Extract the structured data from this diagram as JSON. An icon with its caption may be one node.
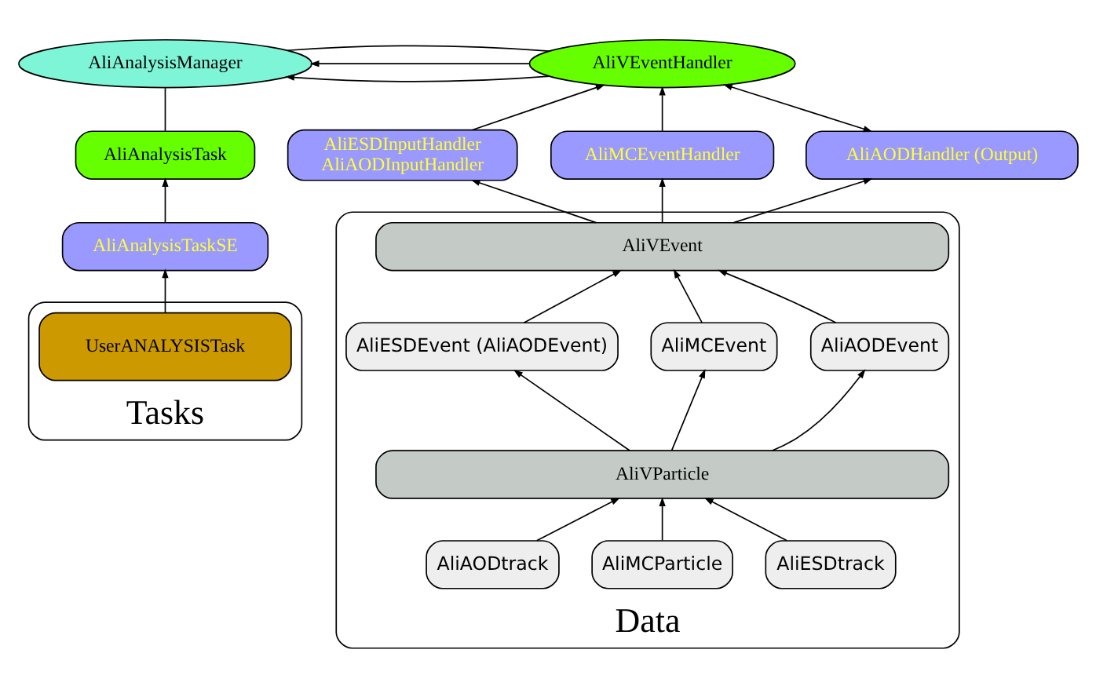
{
  "diagram": {
    "nodes": [
      {
        "text": [
          "AliAnalysisManager"
        ]
      },
      {
        "text": [
          "AliVEventHandler"
        ]
      },
      {
        "text": [
          "AliAnalysisTask"
        ]
      },
      {
        "text": [
          "AliESDInputHandler",
          "AliAODInputHandler"
        ]
      },
      {
        "text": [
          "AliMCEventHandler"
        ]
      },
      {
        "text": [
          "AliAODHandler (Output)"
        ]
      },
      {
        "text": [
          "AliAnalysisTaskSE"
        ]
      },
      {
        "text": [
          "Tasks"
        ]
      },
      {
        "text": [
          "UserANALYSISTask"
        ],
        "in": 7
      },
      {
        "text": [
          "Data"
        ]
      },
      {
        "text": [
          "AliVEvent"
        ],
        "in": 9
      },
      {
        "text": [
          "AliESDEvent (AliAODEvent)"
        ],
        "in": 9
      },
      {
        "text": [
          "AliMCEvent"
        ],
        "in": 9
      },
      {
        "text": [
          "AliAODEvent"
        ],
        "in": 9
      },
      {
        "text": [
          "AliVParticle"
        ],
        "in": 9
      },
      {
        "text": [
          "AliESDtrack"
        ],
        "in": 9
      },
      {
        "text": [
          "AliMCParticle"
        ],
        "in": 9
      },
      {
        "text": [
          "AliAODtrack"
        ],
        "in": 9
      }
    ],
    "edges": [
      {
        "from": 0,
        "to": 1,
        "arrow": "none"
      },
      {
        "from": 1,
        "to": 0,
        "arrow": "to"
      },
      {
        "from": 1,
        "to": 0,
        "arrow": "to"
      },
      {
        "from": 5,
        "to": 1,
        "arrow": "both"
      },
      {
        "from": 4,
        "to": 1,
        "arrow": "to"
      },
      {
        "from": 3,
        "to": 1,
        "arrow": "to"
      },
      {
        "from": 2,
        "to": 0,
        "arrow": "none"
      },
      {
        "from": 6,
        "to": 2,
        "arrow": "to"
      },
      {
        "from": 8,
        "to": 6,
        "arrow": "to"
      },
      {
        "from": 10,
        "to": 3,
        "arrow": "to"
      },
      {
        "from": 10,
        "to": 4,
        "arrow": "to"
      },
      {
        "from": 10,
        "to": 5,
        "arrow": "to"
      },
      {
        "from": 11,
        "to": 10,
        "arrow": "to"
      },
      {
        "from": 12,
        "to": 10,
        "arrow": "to"
      },
      {
        "from": 13,
        "to": 10,
        "arrow": "to"
      },
      {
        "from": 14,
        "to": 11,
        "arrow": "to"
      },
      {
        "from": 14,
        "to": 12,
        "arrow": "to"
      },
      {
        "from": 14,
        "to": 13,
        "arrow": "to"
      },
      {
        "from": 15,
        "to": 14,
        "arrow": "to"
      },
      {
        "from": 16,
        "to": 14,
        "arrow": "to"
      },
      {
        "from": 17,
        "to": 14,
        "arrow": "to"
      }
    ]
  }
}
